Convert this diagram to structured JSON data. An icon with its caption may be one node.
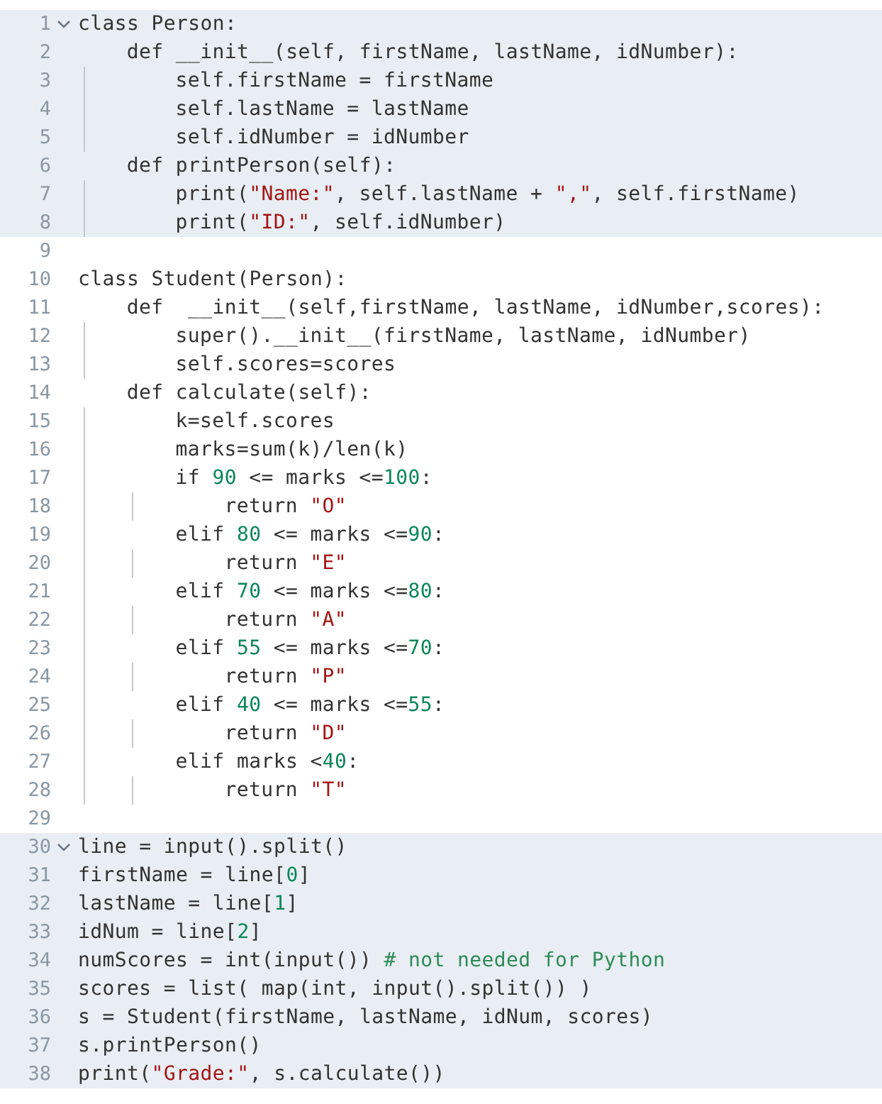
{
  "diagram": {
    "labels": [
      "1",
      "class Person:",
      "2",
      "    def __init__(self, firstName, lastName, idNumber):",
      "3",
      "        self.firstName = firstName",
      "4",
      "        self.lastName = lastName",
      "5",
      "        self.idNumber = idNumber",
      "6",
      "    def printPerson(self):",
      "7",
      "        print(\"Name:\", self.lastName + \",\", self.firstName)",
      "8",
      "        print(\"ID:\", self.idNumber)",
      "9",
      "10",
      "class Student(Person):",
      "11",
      "    def  __init__(self,firstName, lastName, idNumber,scores):",
      "12",
      "        super().__init__(firstName, lastName, idNumber)",
      "13",
      "        self.scores=scores",
      "14",
      "    def calculate(self):",
      "15",
      "        k=self.scores",
      "16",
      "        marks=sum(k)/len(k)",
      "17",
      "        if 90 <= marks <=100:",
      "18",
      "            return \"O\"",
      "19",
      "        elif 80 <= marks <=90:",
      "20",
      "            return \"E\"",
      "21",
      "        elif 70 <= marks <=80:",
      "22",
      "            return \"A\"",
      "23",
      "        elif 55 <= marks <=70:",
      "24",
      "            return \"P\"",
      "25",
      "        elif 40 <= marks <=55:",
      "26",
      "            return \"D\"",
      "27",
      "        elif marks <40:",
      "28",
      "            return \"T\"",
      "29",
      "30",
      "line = input().split()",
      "31",
      "firstName = line[0]",
      "32",
      "lastName = line[1]",
      "33",
      "idNum = line[2]",
      "34",
      "numScores = int(input()) # not needed for Python",
      "35",
      "scores = list( map(int, input().split()) )",
      "36",
      "s = Student(firstName, lastName, idNum, scores)",
      "37",
      "s.printPerson()",
      "38",
      "print(\"Grade:\", s.calculate())"
    ]
  }
}
